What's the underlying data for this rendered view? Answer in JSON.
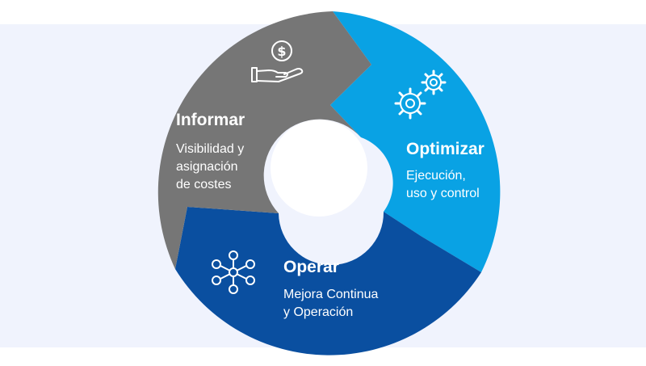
{
  "colors": {
    "background_band": "#f0f3fd",
    "informar": "#767676",
    "optimizar": "#09a2e4",
    "operar": "#0a4fa0",
    "text": "#ffffff"
  },
  "segments": {
    "informar": {
      "title": "Informar",
      "line1": "Visibilidad y",
      "line2": "asignación",
      "line3": "de costes",
      "icon": "hand-dollar-icon"
    },
    "optimizar": {
      "title": "Optimizar",
      "line1": "Ejecución,",
      "line2": "uso y control",
      "icon": "gears-icon"
    },
    "operar": {
      "title": "Operar",
      "line1": "Mejora Continua",
      "line2": "y Operación",
      "icon": "network-hub-icon"
    }
  }
}
